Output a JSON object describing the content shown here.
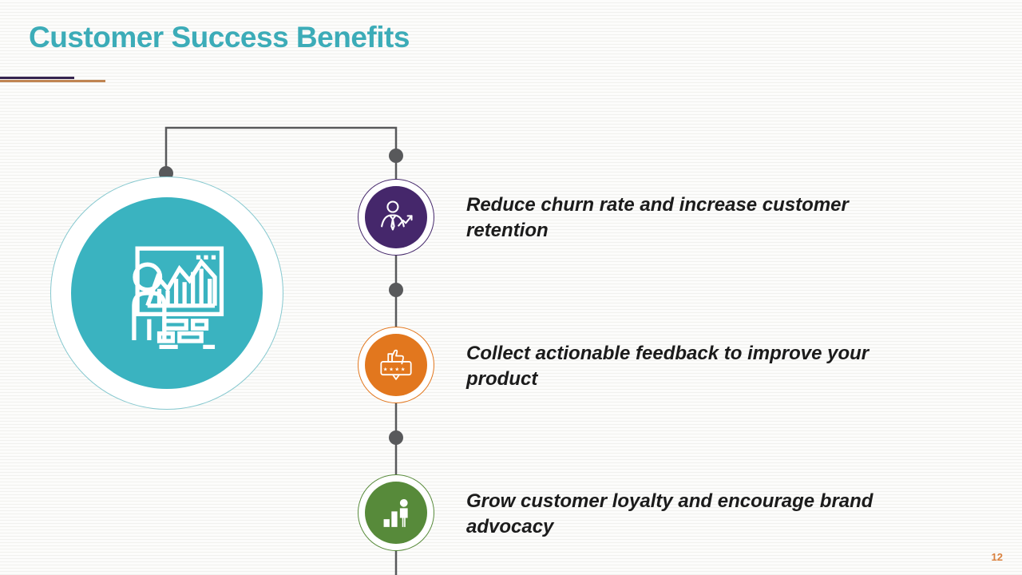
{
  "slide": {
    "title": "Customer Success Benefits",
    "page_number": "12"
  },
  "hub": {
    "icon": "presentation-chart-icon",
    "color": "#3ab3c0",
    "ring_color": "#86c8cf"
  },
  "benefits": [
    {
      "icon": "businessman-growth-icon",
      "color": "#45276b",
      "lines": [
        "Reduce churn rate and increase customer",
        "retention"
      ]
    },
    {
      "icon": "feedback-thumbs-up-icon",
      "color": "#e2771e",
      "lines": [
        "Collect actionable feedback to improve your",
        "product"
      ]
    },
    {
      "icon": "customer-loyalty-icon",
      "color": "#578a3a",
      "lines": [
        "Grow customer loyalty and encourage brand",
        "advocacy"
      ]
    }
  ],
  "colors": {
    "title_teal": "#3cacb8",
    "connector_gray": "#58595b",
    "underline_dark": "#352450",
    "underline_orange": "#c08552",
    "body_text": "#1b1b1b",
    "page_number_orange": "#da813e",
    "background_stripe": "#f1f1ee"
  }
}
